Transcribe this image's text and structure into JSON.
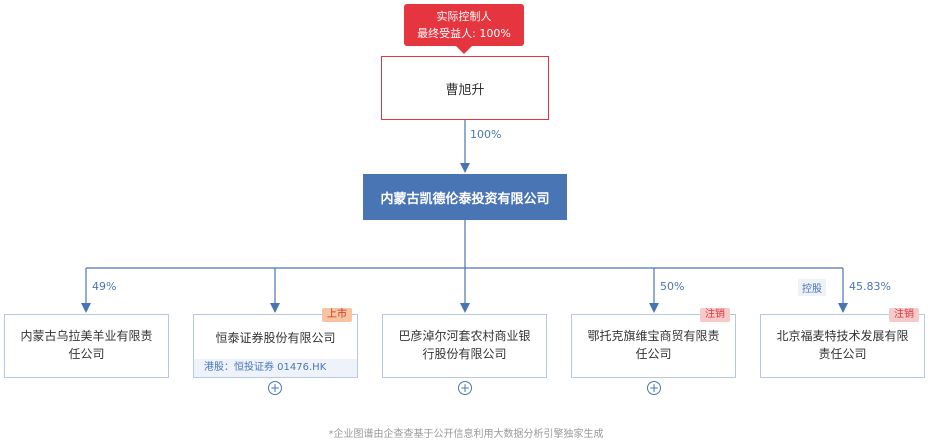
{
  "controller_badge": {
    "line1": "实际控制人",
    "line2": "最终受益人: 100%"
  },
  "person": {
    "name": "曹旭升"
  },
  "person_to_company_pct": "100%",
  "main_company": {
    "name": "内蒙古凯德伦泰投资有限公司"
  },
  "children": [
    {
      "name": "内蒙古乌拉美羊业有限责任公司",
      "pct": "49%",
      "tag": "",
      "sub": "",
      "control_tag": "",
      "expandable": false
    },
    {
      "name": "恒泰证券股份有限公司",
      "pct": "",
      "tag": "上市",
      "sub": "港股：恒投证券 01476.HK",
      "control_tag": "",
      "expandable": true
    },
    {
      "name": "巴彦淖尔河套农村商业银行股份有限公司",
      "pct": "",
      "tag": "",
      "sub": "",
      "control_tag": "",
      "expandable": true
    },
    {
      "name": "鄂托克旗维宝商贸有限责任公司",
      "pct": "50%",
      "tag": "注销",
      "sub": "",
      "control_tag": "",
      "expandable": true
    },
    {
      "name": "北京福麦特技术发展有限责任公司",
      "pct": "45.83%",
      "tag": "注销",
      "sub": "",
      "control_tag": "控股",
      "expandable": false
    }
  ],
  "footer": "*企业图谱由企查查基于公开信息利用大数据分析引擎独家生成",
  "colors": {
    "accent_red": "#e5353f",
    "company_blue": "#4a75b5",
    "line_blue": "#4a75b5"
  },
  "icons": {
    "expand": "plus-circle-icon",
    "arrow": "arrow-down-icon"
  }
}
